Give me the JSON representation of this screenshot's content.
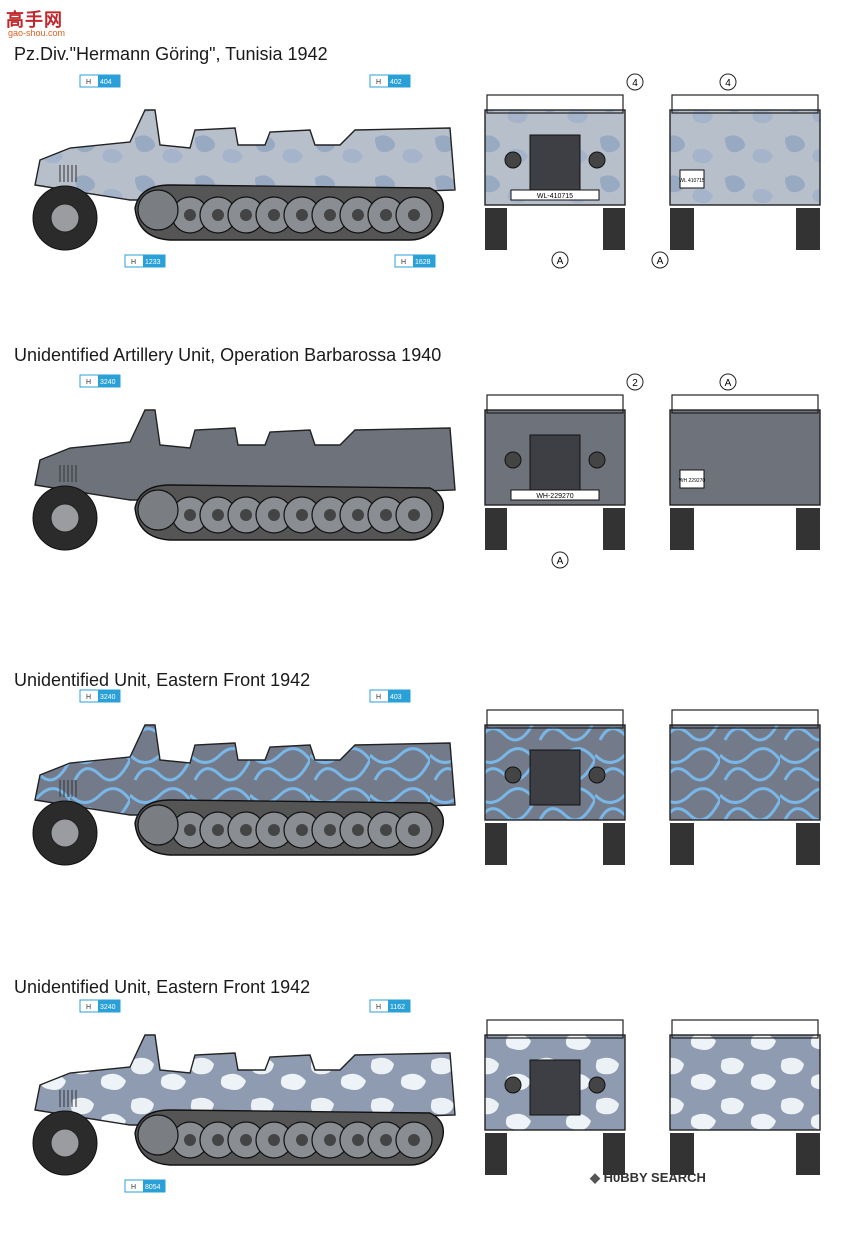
{
  "watermark": {
    "logo_text": "高手网",
    "logo_url": "gao-shou.com"
  },
  "footer": {
    "brand": "H0BBY SEARCH"
  },
  "colors": {
    "panzer_grey": "#6e737b",
    "tan_camo_base": "#b7bfca",
    "white_blue_camo": "#dfe8f2",
    "blue_lines": "#78b7e8",
    "callout_box": "#2aa0d8"
  },
  "schemes": [
    {
      "title": "Pz.Div.\"Hermann Göring\", Tunisia 1942",
      "camo": "mottle",
      "callouts": [
        {
          "prefix": "H",
          "num": "404"
        },
        {
          "prefix": "H",
          "num": "402"
        },
        {
          "prefix": "H",
          "num": "1233"
        },
        {
          "prefix": "H",
          "num": "1628"
        }
      ],
      "front_plate": "WL-410715",
      "rear_plate": "WL 410715",
      "markers": [
        "4",
        "4",
        "A",
        "A"
      ]
    },
    {
      "title": "Unidentified Artillery Unit, Operation Barbarossa 1940",
      "camo": "none",
      "callouts": [
        {
          "prefix": "H",
          "num": "3240"
        }
      ],
      "front_plate": "WH-229270",
      "rear_plate": "WH 229270",
      "markers": [
        "2",
        "A",
        "A"
      ]
    },
    {
      "title": "Unidentified Unit, Eastern Front 1942",
      "camo": "lines",
      "callouts": [
        {
          "prefix": "H",
          "num": "3240"
        },
        {
          "prefix": "H",
          "num": "403"
        }
      ],
      "front_plate": "",
      "rear_plate": "",
      "markers": []
    },
    {
      "title": "Unidentified Unit, Eastern Front 1942",
      "camo": "blotch",
      "callouts": [
        {
          "prefix": "H",
          "num": "3240"
        },
        {
          "prefix": "H",
          "num": "1162"
        },
        {
          "prefix": "H",
          "num": "8054"
        }
      ],
      "front_plate": "",
      "rear_plate": "",
      "markers": []
    }
  ]
}
